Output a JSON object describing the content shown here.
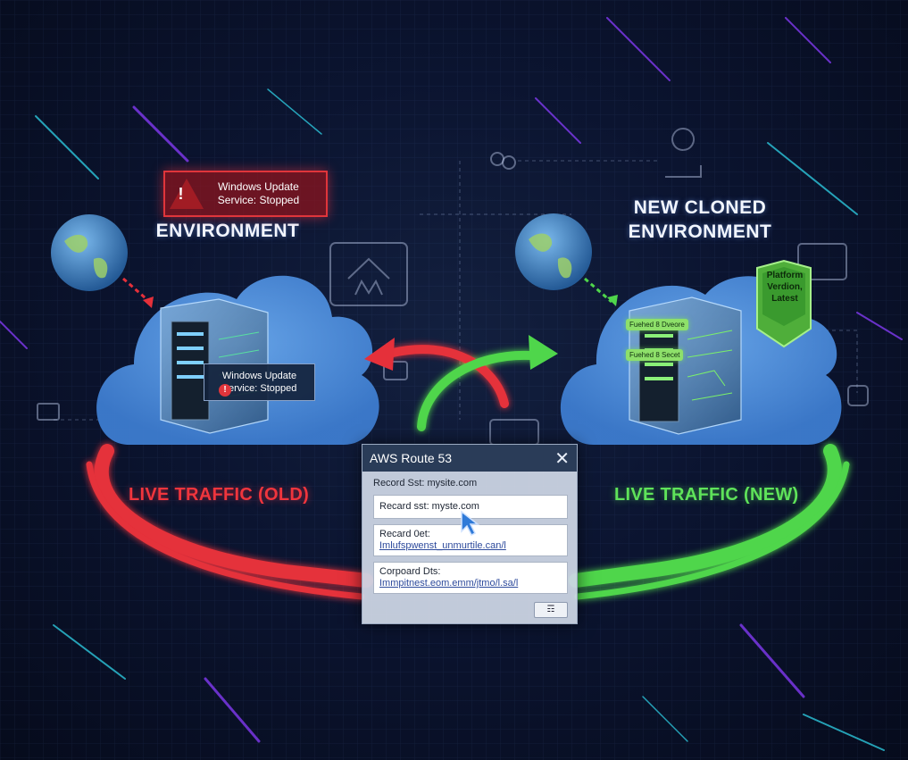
{
  "environments": {
    "old": {
      "title": "ENVIRONMENT",
      "alert_top": "Windows Update Service: Stopped",
      "alert_inner": "Windows Update Service: Stopped",
      "traffic_label": "LIVE TRAFFIC (OLD)"
    },
    "new": {
      "title_line1": "NEW CLONED",
      "title_line2": "ENVIRONMENT",
      "badge": "Platform Verdion, Latest",
      "tags": [
        "Fuehed 8 Dveore",
        "Fuehed 8 Secet"
      ],
      "traffic_label": "LIVE TRAFFIC (NEW)"
    }
  },
  "dialog": {
    "title": "AWS Route 53",
    "record_set_label": "Record Sst: mysite.com",
    "record_set_value": "Recard sst: myste.com",
    "field2_label": "Recard 0et:",
    "field2_link": "Imlufspwenst_unmurtile.can/l",
    "field3_label": "Corpoard Dts:",
    "field3_link": "Immpitnest.eom.emm/jtmo/l.sa/l",
    "button_label": "☶"
  },
  "icon_names": [
    "globe-icon",
    "alert-triangle-icon",
    "server-icon",
    "cloud-icon",
    "arrow-icon",
    "shield-badge-icon",
    "mouse-cursor-icon",
    "close-icon"
  ],
  "colors": {
    "old": "#e5303a",
    "new": "#4fd64b",
    "cloud": "#4a8fd8",
    "background": "#0b1430"
  }
}
